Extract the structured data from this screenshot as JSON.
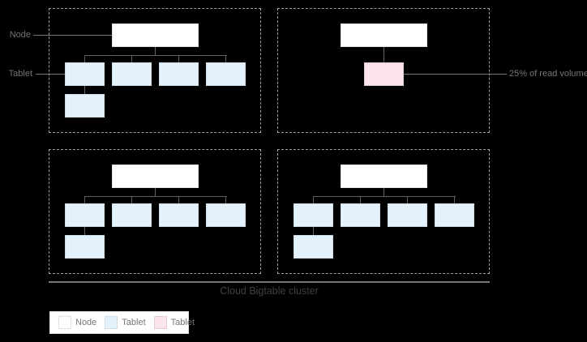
{
  "annotations": {
    "node_label": "Node",
    "tablet_label": "Tablet",
    "read_volume_label": "25% of read volume"
  },
  "caption": "Cloud Bigtable cluster",
  "legend": {
    "items": [
      {
        "label": "Node",
        "swatch": "node",
        "color": "#ffffff"
      },
      {
        "label": "Tablet",
        "swatch": "tablet",
        "color": "#e3f2fd"
      },
      {
        "label": "Tablet",
        "swatch": "hot-tablet",
        "color": "#fce4ec"
      }
    ]
  },
  "structure": {
    "clusters": [
      {
        "position": "top-left",
        "nodes": 1,
        "tablets": 5,
        "hot_tablets": 0
      },
      {
        "position": "top-right",
        "nodes": 1,
        "tablets": 0,
        "hot_tablets": 1
      },
      {
        "position": "bottom-left",
        "nodes": 1,
        "tablets": 5,
        "hot_tablets": 0
      },
      {
        "position": "bottom-right",
        "nodes": 1,
        "tablets": 5,
        "hot_tablets": 0
      }
    ]
  },
  "colors": {
    "background": "#000000",
    "dashed_border": "#9e9e9e",
    "node_fill": "#ffffff",
    "node_border": "#e3e3e3",
    "tablet_fill": "#e3f2fd",
    "tablet_border": "#cfdde6",
    "hot_tablet_fill": "#fce4ec",
    "hot_tablet_border": "#e4ccd5",
    "connector": "#5f6368",
    "annotation": "#757575",
    "caption_text": "#3c4043",
    "cluster_line": "#757575",
    "legend_bg": "#ffffff",
    "legend_border": "#e0e0e0"
  }
}
